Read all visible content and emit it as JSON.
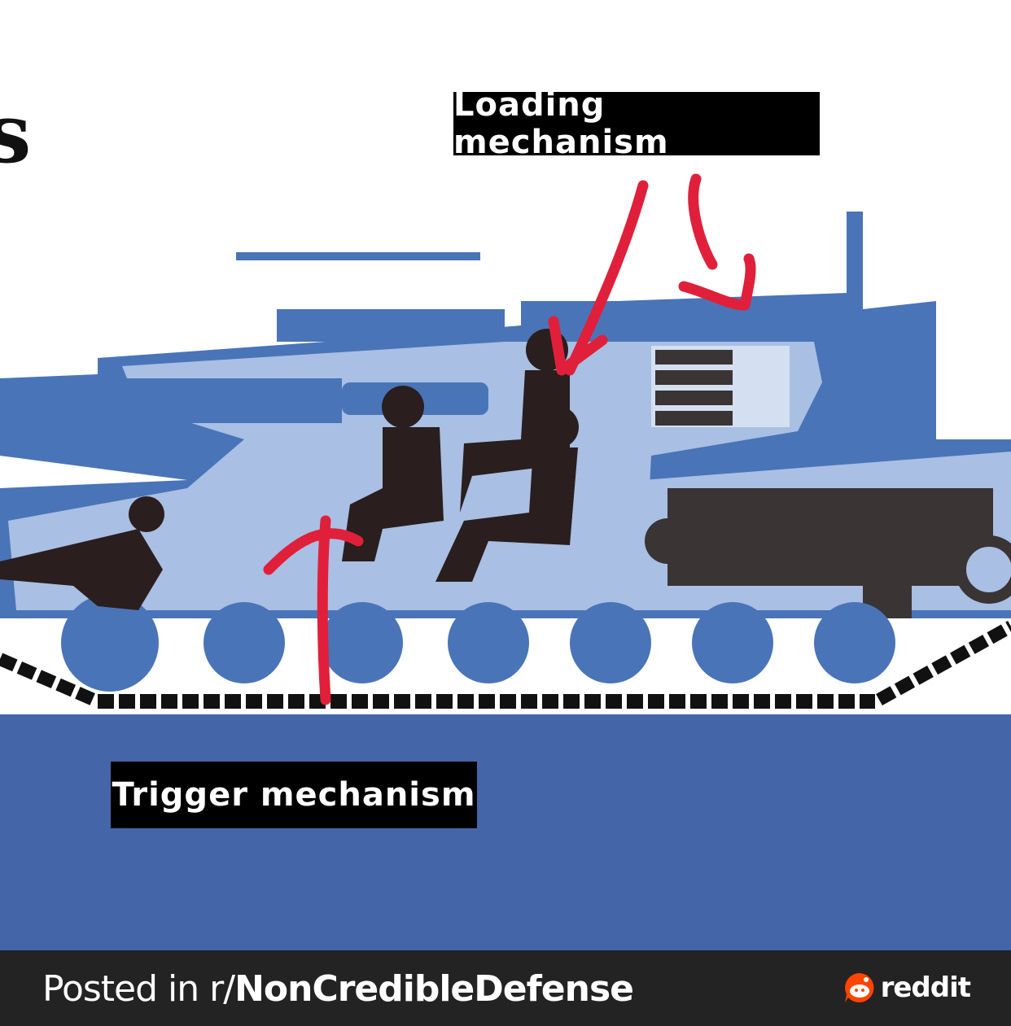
{
  "diagram": {
    "partial_title": "s",
    "labels": {
      "loading": "Loading mechanism",
      "trigger": "Trigger mechanism"
    },
    "colors": {
      "ground": "#4466a8",
      "tank_dark": "#4a74b8",
      "tank_light": "#a9bfe3",
      "annotation": "#e0203a",
      "silhouette": "#2a1e1e"
    }
  },
  "footer": {
    "posted_prefix": "Posted in r/",
    "subreddit": "NonCredibleDefense",
    "brand": "reddit",
    "brand_icon": "reddit-snoo-icon"
  }
}
